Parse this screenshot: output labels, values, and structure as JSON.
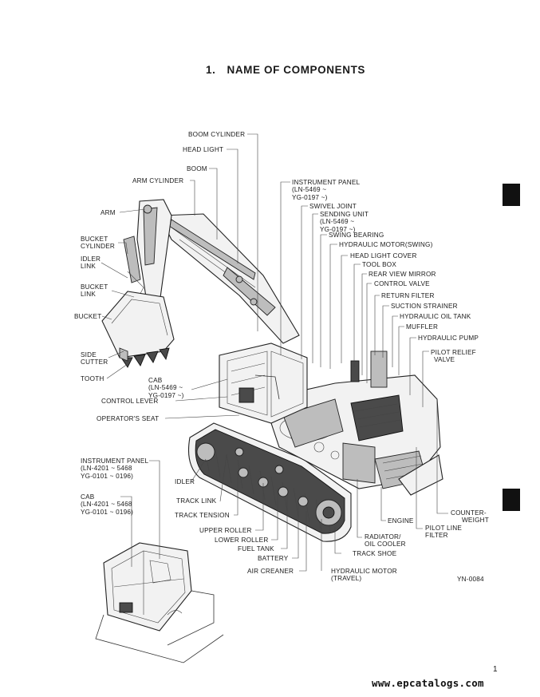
{
  "title": {
    "number": "1.",
    "text": "NAME OF COMPONENTS"
  },
  "labels": {
    "boom_cylinder": "BOOM CYLINDER",
    "head_light": "HEAD LIGHT",
    "boom": "BOOM",
    "arm_cylinder": "ARM CYLINDER",
    "arm": "ARM",
    "bucket_cylinder_1": "BUCKET",
    "bucket_cylinder_2": "CYLINDER",
    "idler_link_1": "IDLER",
    "idler_link_2": "LINK",
    "bucket_link_1": "BUCKET",
    "bucket_link_2": "LINK",
    "bucket": "BUCKET",
    "side_cutter_1": "SIDE",
    "side_cutter_2": "CUTTER",
    "tooth": "TOOTH",
    "cab": "CAB",
    "cab_serial_1": "(LN-5469 ~",
    "cab_serial_2": "YG-0197 ~)",
    "control_lever": "CONTROL LEVER",
    "operators_seat": "OPERATOR'S SEAT",
    "instrument_panel": "INSTRUMENT PANEL",
    "instrument_panel_serial_1": "(LN-5469 ~",
    "instrument_panel_serial_2": "YG-0197 ~)",
    "swivel_joint": "SWIVEL JOINT",
    "sending_unit": "SENDING UNIT",
    "sending_unit_serial_1": "(LN-5469 ~",
    "sending_unit_serial_2": "YG-0197 ~)",
    "swing_bearing": "SWING BEARING",
    "hydraulic_motor_swing": "HYDRAULIC MOTOR(SWING)",
    "head_light_cover": "HEAD LIGHT COVER",
    "tool_box": "TOOL BOX",
    "rear_view_mirror": "REAR VIEW MIRROR",
    "control_valve": "CONTROL VALVE",
    "return_filter": "RETURN FILTER",
    "suction_strainer": "SUCTION STRAINER",
    "hydraulic_oil_tank": "HYDRAULIC OIL TANK",
    "muffler": "MUFFLER",
    "hydraulic_pump": "HYDRAULIC PUMP",
    "pilot_relief_valve_1": "PILOT RELIEF",
    "pilot_relief_valve_2": "VALVE",
    "instrument_panel_old": "INSTRUMENT PANEL",
    "instrument_panel_old_serial_1": "(LN-4201 ~ 5468",
    "instrument_panel_old_serial_2": "YG-0101 ~ 0196)",
    "cab_old": "CAB",
    "cab_old_serial_1": "(LN-4201 ~ 5468",
    "cab_old_serial_2": "YG-0101 ~ 0196)",
    "idler": "IDLER",
    "track_link": "TRACK LINK",
    "track_tension": "TRACK TENSION",
    "upper_roller": "UPPER ROLLER",
    "lower_roller": "LOWER ROLLER",
    "fuel_tank": "FUEL TANK",
    "battery": "BATTERY",
    "air_creaner": "AIR CREANER",
    "hydraulic_motor_travel_1": "HYDRAULIC MOTOR",
    "hydraulic_motor_travel_2": "(TRAVEL)",
    "track_shoe": "TRACK SHOE",
    "radiator_1": "RADIATOR/",
    "radiator_2": "OIL COOLER",
    "engine": "ENGINE",
    "pilot_line_filter_1": "PILOT LINE",
    "pilot_line_filter_2": "FILTER",
    "counterweight_1": "COUNTER-",
    "counterweight_2": "WEIGHT"
  },
  "figure_ref": "YN-0084",
  "page_number": "1",
  "watermark": "www.epcatalogs.com"
}
